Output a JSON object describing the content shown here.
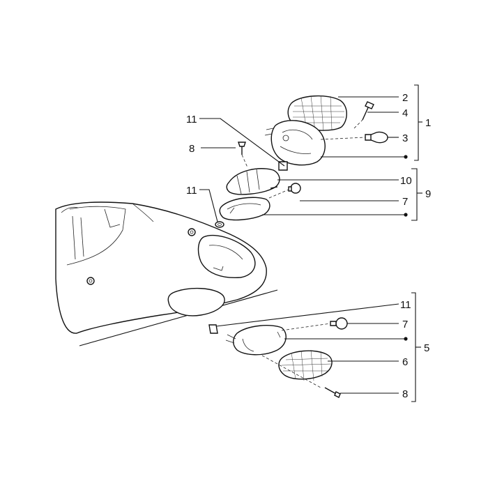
{
  "callouts": {
    "c2": "2",
    "c4": "4",
    "c1": "1",
    "c3": "3",
    "c11a": "11",
    "c8a": "8",
    "c10": "10",
    "c9": "9",
    "c11b": "11",
    "c7a": "7",
    "c11c": "11",
    "c7b": "7",
    "c5": "5",
    "c6": "6",
    "c8b": "8"
  }
}
